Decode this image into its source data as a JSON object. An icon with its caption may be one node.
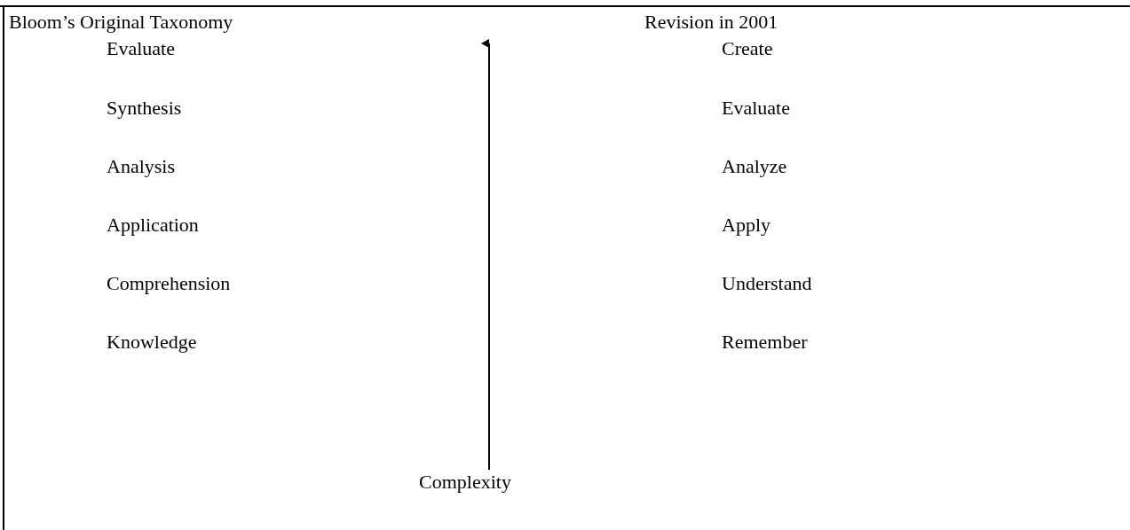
{
  "diagram": {
    "labels": [
      "Bloom’s Original Taxonomy",
      "Revision in 2001",
      "Evaluate",
      "Create",
      "Synthesis",
      "Evaluate",
      "Analysis",
      "Analyze",
      "Application",
      "Apply",
      "Comprehension",
      "Understand",
      "Knowledge",
      "Remember",
      "Complexity"
    ]
  }
}
